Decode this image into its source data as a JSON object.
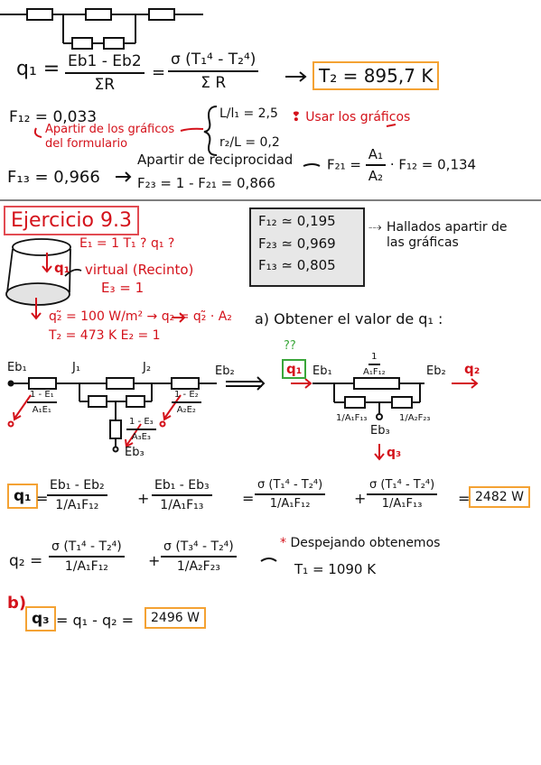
{
  "top": {
    "q1_lhs": "q₁ =",
    "q1_num": "Eb1 - Eb2",
    "q1_den": "ΣR",
    "eq": "=",
    "rad_num": "σ (T₁⁴ - T₂⁴)",
    "rad_den": "Σ R",
    "arrow": "→",
    "result": "T₂ = 895,7 K",
    "F12": "F₁₂ = 0,033",
    "from_graphs": "Apartir de los gráficos del formulario",
    "l1": "L/l₁ = 2,5",
    "r2": "r₂/L = 0,2",
    "use_graphs": "Usar los gráficos",
    "reciprocity": "Apartir de reciprocidad",
    "F21_lhs": "F₂₁ =",
    "F21_num": "A₁",
    "F21_den": "A₂",
    "F21_rhs": "· F₁₂ = 0,134",
    "F13": "F₁₃ = 0,966",
    "F23": "F₂₃ = 1 - F₂₁ = 0,866"
  },
  "exercise": {
    "title": "Ejercicio 9.3",
    "e1": "E₁ = 1  T₁ ? q₁ ?",
    "q1": "q₁",
    "virtual": "virtual (Recinto)",
    "e3": "E₃ = 1",
    "qflux": "q₂̃ = 100 W/m² → q₂ = q₂̃ · A₂",
    "t2": "T₂ = 473 K  E₂ = 1",
    "F12": "F₁₂ ≃ 0,195",
    "F23": "F₂₃ ≃ 0,969",
    "F13": "F₁₃ ≃ 0,805",
    "found": "Hallados apartir de las gráficas",
    "part_a": "a) Obtener el valor de q₁ :"
  },
  "circuit_left": {
    "Eb1": "Eb₁",
    "J1": "J₁",
    "J2": "J₂",
    "Eb2": "Eb₂",
    "Eb3": "Eb₃",
    "r1": "1 - E₁",
    "r1d": "A₁E₁",
    "r2": "1 - E₂",
    "r2d": "A₂E₂",
    "r3": "1 - E₃",
    "r3d": "A₃E₃"
  },
  "circuit_right": {
    "qq": "??",
    "q1": "q₁",
    "Eb1": "Eb₁",
    "Eb2": "Eb₂",
    "Eb3": "Eb₃",
    "rtop_num": "1",
    "rtop_den": "A₁F₁₂",
    "r13": "1/A₁F₁₃",
    "r23": "1/A₂F₂₃",
    "q2": "q₂",
    "q3": "q₃"
  },
  "bottom": {
    "q1_lhs": "q₁",
    "eq": "=",
    "t1_num": "Eb₁ - Eb₂",
    "t1_den": "1/A₁F₁₂",
    "plus": "+",
    "t2_num": "Eb₁ - Eb₃",
    "t2_den": "1/A₁F₁₃",
    "t3_num": "σ (T₁⁴ - T₂⁴)",
    "t3_den": "1/A₁F₁₂",
    "t4_num": "σ (T₁⁴ - T₂⁴)",
    "t4_den": "1/A₁F₁₃",
    "q1_result": "2482 W",
    "q2_lhs": "q₂ =",
    "u1_num": "σ (T₁⁴ - T₂⁴)",
    "u1_den": "1/A₁F₁₂",
    "u2_num": "σ (T₃⁴ - T₂⁴)",
    "u2_den": "1/A₂F₂₃",
    "despejando": "Despejando obtenemos",
    "t1_result": "T₁ = 1090 K",
    "part_b": "b)",
    "q3_lhs": "q₃",
    "q3_rhs": "= q₁ - q₂ =",
    "q3_result": "2496 W"
  },
  "colors": {
    "red": "#d4121b",
    "orange": "#f4a233",
    "green": "#3aa63a",
    "gray": "#e7e7e7"
  }
}
